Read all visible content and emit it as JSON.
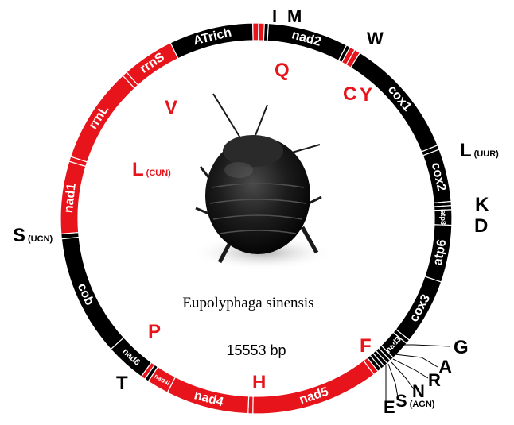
{
  "diagram": {
    "species_name": "Eupolyphaga sinensis",
    "genome_size": "15553 bp",
    "colors": {
      "heavy_strand": "#000000",
      "light_strand": "#e8141c",
      "red_label": "#e8141c",
      "black_label": "#000000",
      "gene_text": "#ffffff"
    },
    "segments": [
      {
        "id": "seg-atrich",
        "label": "ATrich",
        "strand": "H"
      },
      {
        "id": "seg-trnI",
        "label": "",
        "strand": "L"
      },
      {
        "id": "seg-trnQ",
        "label": "",
        "strand": "L"
      },
      {
        "id": "seg-trnM",
        "label": "",
        "strand": "H"
      },
      {
        "id": "seg-nad2",
        "label": "nad2",
        "strand": "H"
      },
      {
        "id": "seg-trnW",
        "label": "",
        "strand": "H"
      },
      {
        "id": "seg-trnC",
        "label": "",
        "strand": "L"
      },
      {
        "id": "seg-trnY",
        "label": "",
        "strand": "L"
      },
      {
        "id": "seg-cox1",
        "label": "cox1",
        "strand": "H"
      },
      {
        "id": "seg-trnL2",
        "label": "",
        "strand": "H"
      },
      {
        "id": "seg-cox2",
        "label": "cox2",
        "strand": "H"
      },
      {
        "id": "seg-trnK",
        "label": "",
        "strand": "H"
      },
      {
        "id": "seg-trnD",
        "label": "",
        "strand": "H"
      },
      {
        "id": "seg-atp8",
        "label": "atp8",
        "strand": "H"
      },
      {
        "id": "seg-atp6",
        "label": "atp6",
        "strand": "H"
      },
      {
        "id": "seg-cox3",
        "label": "cox3",
        "strand": "H"
      },
      {
        "id": "seg-trnG",
        "label": "",
        "strand": "H"
      },
      {
        "id": "seg-nad3",
        "label": "nad3",
        "strand": "H"
      },
      {
        "id": "seg-trnA",
        "label": "",
        "strand": "H"
      },
      {
        "id": "seg-trnR",
        "label": "",
        "strand": "H"
      },
      {
        "id": "seg-trnN",
        "label": "",
        "strand": "H"
      },
      {
        "id": "seg-trnS1",
        "label": "",
        "strand": "H"
      },
      {
        "id": "seg-trnE",
        "label": "",
        "strand": "H"
      },
      {
        "id": "seg-trnF",
        "label": "",
        "strand": "L"
      },
      {
        "id": "seg-nad5",
        "label": "nad5",
        "strand": "L"
      },
      {
        "id": "seg-trnH",
        "label": "",
        "strand": "L"
      },
      {
        "id": "seg-nad4",
        "label": "nad4",
        "strand": "L"
      },
      {
        "id": "seg-nad4l",
        "label": "nad4l",
        "strand": "L"
      },
      {
        "id": "seg-trnT",
        "label": "",
        "strand": "H"
      },
      {
        "id": "seg-trnP",
        "label": "",
        "strand": "L"
      },
      {
        "id": "seg-nad6",
        "label": "nad6",
        "strand": "H"
      },
      {
        "id": "seg-cob",
        "label": "cob",
        "strand": "H"
      },
      {
        "id": "seg-trnS2",
        "label": "",
        "strand": "H"
      },
      {
        "id": "seg-nad1",
        "label": "nad1",
        "strand": "L"
      },
      {
        "id": "seg-trnL1",
        "label": "",
        "strand": "L"
      },
      {
        "id": "seg-rrnL",
        "label": "rrnL",
        "strand": "L"
      },
      {
        "id": "seg-trnV",
        "label": "",
        "strand": "L"
      },
      {
        "id": "seg-rrnS",
        "label": "rrnS",
        "strand": "L"
      }
    ],
    "trna_labels": [
      {
        "id": "lbl-I",
        "letter": "I",
        "sub": "",
        "strand": "H"
      },
      {
        "id": "lbl-M",
        "letter": "M",
        "sub": "",
        "strand": "H"
      },
      {
        "id": "lbl-Q",
        "letter": "Q",
        "sub": "",
        "strand": "L"
      },
      {
        "id": "lbl-W",
        "letter": "W",
        "sub": "",
        "strand": "H"
      },
      {
        "id": "lbl-C",
        "letter": "C",
        "sub": "",
        "strand": "L"
      },
      {
        "id": "lbl-Y",
        "letter": "Y",
        "sub": "",
        "strand": "L"
      },
      {
        "id": "lbl-L2",
        "letter": "L",
        "sub": "(UUR)",
        "strand": "H"
      },
      {
        "id": "lbl-K",
        "letter": "K",
        "sub": "",
        "strand": "H"
      },
      {
        "id": "lbl-D",
        "letter": "D",
        "sub": "",
        "strand": "H"
      },
      {
        "id": "lbl-G",
        "letter": "G",
        "sub": "",
        "strand": "H"
      },
      {
        "id": "lbl-A",
        "letter": "A",
        "sub": "",
        "strand": "H"
      },
      {
        "id": "lbl-R",
        "letter": "R",
        "sub": "",
        "strand": "H"
      },
      {
        "id": "lbl-N",
        "letter": "N",
        "sub": "",
        "strand": "H"
      },
      {
        "id": "lbl-S1",
        "letter": "S",
        "sub": "(AGN)",
        "strand": "H"
      },
      {
        "id": "lbl-E",
        "letter": "E",
        "sub": "",
        "strand": "H"
      },
      {
        "id": "lbl-F",
        "letter": "F",
        "sub": "",
        "strand": "L"
      },
      {
        "id": "lbl-H",
        "letter": "H",
        "sub": "",
        "strand": "L"
      },
      {
        "id": "lbl-T",
        "letter": "T",
        "sub": "",
        "strand": "H"
      },
      {
        "id": "lbl-P",
        "letter": "P",
        "sub": "",
        "strand": "L"
      },
      {
        "id": "lbl-S2",
        "letter": "S",
        "sub": "(UCN)",
        "strand": "H"
      },
      {
        "id": "lbl-L1",
        "letter": "L",
        "sub": "(CUN)",
        "strand": "L"
      },
      {
        "id": "lbl-V",
        "letter": "V",
        "sub": "",
        "strand": "L"
      }
    ]
  }
}
